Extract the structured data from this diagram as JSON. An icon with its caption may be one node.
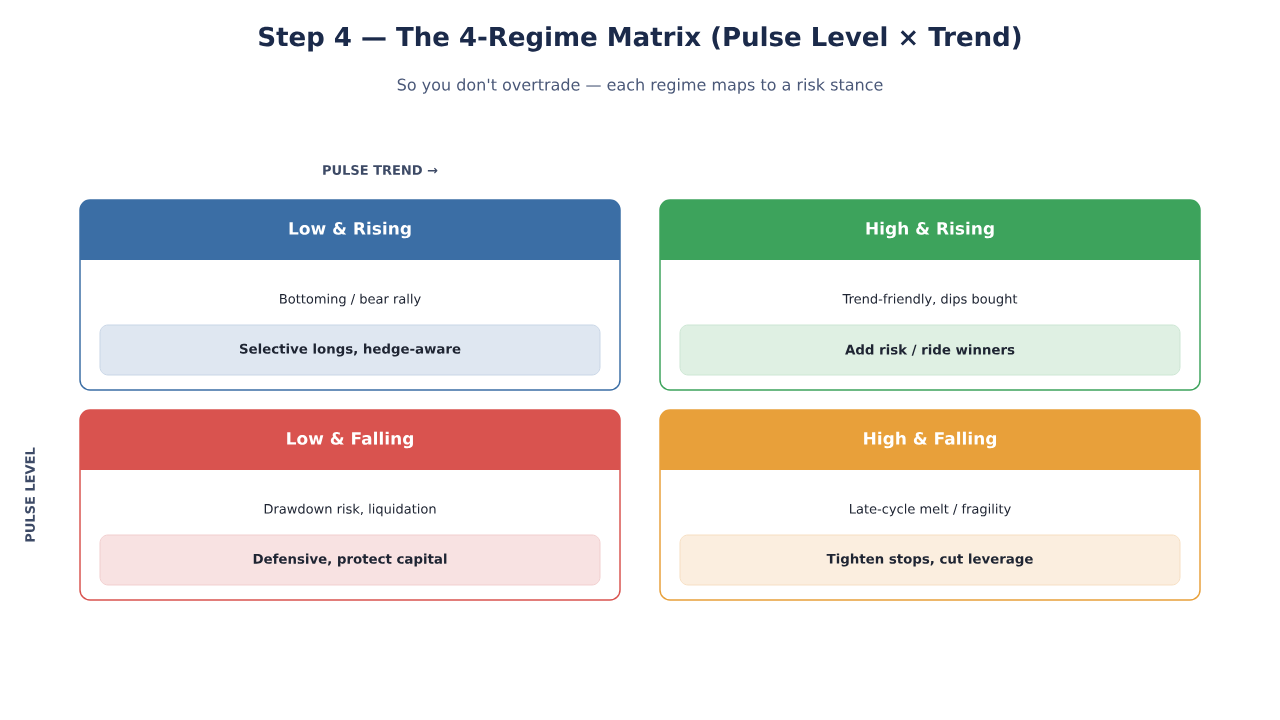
{
  "diagram": {
    "title": "Step 4 — The 4-Regime Matrix (Pulse Level × Trend)",
    "nodes": [
      {
        "text": [
          "Low & Rising",
          "Bottoming / bear rally"
        ]
      },
      {
        "text": [
          "Selective longs, hedge-aware"
        ],
        "in": 0
      },
      {
        "text": [
          "High & Rising",
          "Trend-friendly, dips bought"
        ]
      },
      {
        "text": [
          "Add risk / ride winners"
        ],
        "in": 2
      },
      {
        "text": [
          "Low & Falling",
          "Drawdown risk, liquidation"
        ]
      },
      {
        "text": [
          "Defensive, protect capital"
        ],
        "in": 4
      },
      {
        "text": [
          "High & Falling",
          "Late-cycle melt / fragility"
        ]
      },
      {
        "text": [
          "Tighten stops, cut leverage"
        ],
        "in": 6
      }
    ],
    "labels": [
      "So you don't overtrade — each regime maps to a risk stance",
      "PULSE TREND →",
      "PULSE LEVEL"
    ]
  }
}
